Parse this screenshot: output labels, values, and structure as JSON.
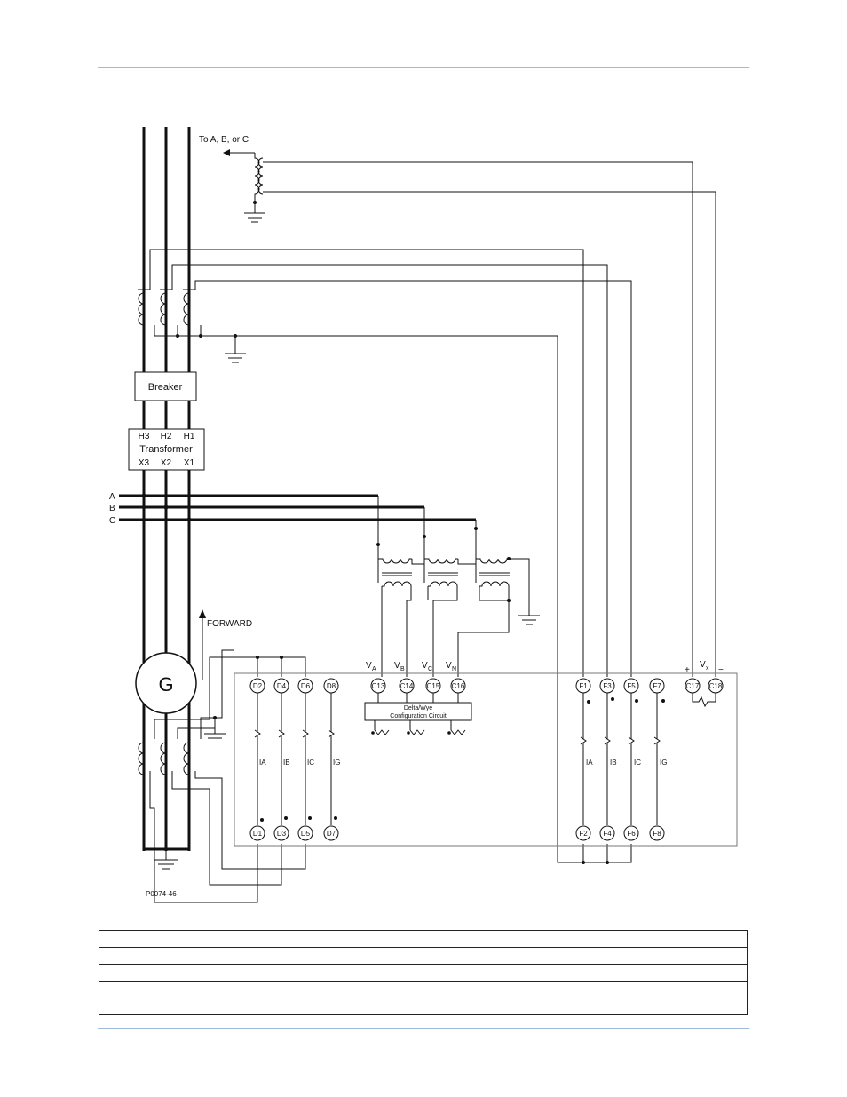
{
  "diagram": {
    "top_label": "To A, B, or C",
    "breaker_label": "Breaker",
    "transformer": {
      "title": "Transformer",
      "top_terminals": [
        "H3",
        "H2",
        "H1"
      ],
      "bottom_terminals": [
        "X3",
        "X2",
        "X1"
      ]
    },
    "buses": [
      "A",
      "B",
      "C"
    ],
    "forward_label": "FORWARD",
    "generator_label": "G",
    "figure_id": "P0074-46",
    "voltage_labels": {
      "va": "V",
      "va_sub": "A",
      "vb": "V",
      "vb_sub": "B",
      "vc": "V",
      "vc_sub": "C",
      "vn": "V",
      "vn_sub": "N",
      "vx": "V",
      "vx_sub": "x"
    },
    "vx_polarity": {
      "plus": "+",
      "minus": "−"
    },
    "config_box": {
      "line1": "Delta/Wye",
      "line2": "Configuration Circuit"
    },
    "terminals": {
      "d_top": [
        "D2",
        "D4",
        "D6",
        "D8"
      ],
      "d_bottom": [
        "D1",
        "D3",
        "D5",
        "D7"
      ],
      "c_voltage": [
        "C13",
        "C14",
        "C15",
        "C16"
      ],
      "f_top": [
        "F1",
        "F3",
        "F5",
        "F7"
      ],
      "f_bottom": [
        "F2",
        "F4",
        "F6",
        "F8"
      ],
      "vx_terms": [
        "C17",
        "C18"
      ]
    },
    "ct_labels": [
      "IA",
      "IB",
      "IC",
      "IG"
    ]
  },
  "legend_table": {
    "rows": [
      [
        "",
        ""
      ],
      [
        "",
        ""
      ],
      [
        "",
        ""
      ],
      [
        "",
        ""
      ],
      [
        "",
        ""
      ]
    ]
  }
}
